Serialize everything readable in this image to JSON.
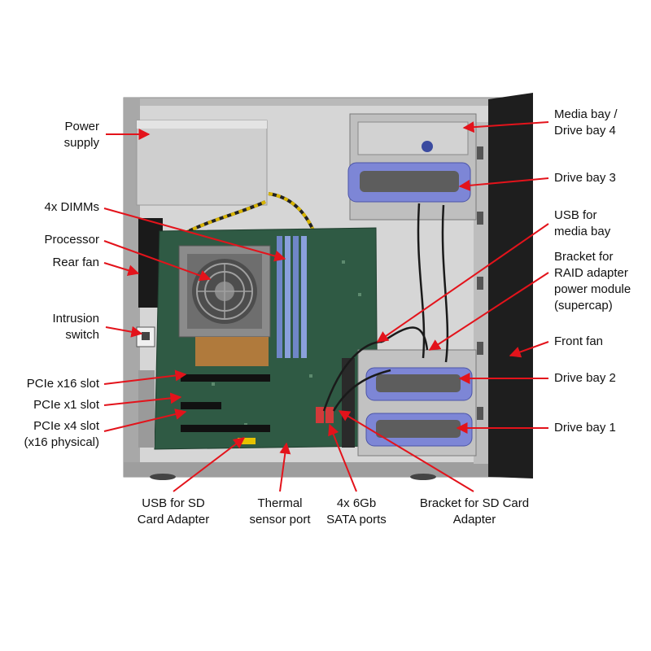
{
  "colors": {
    "arrow": "#e3131b",
    "chassis": "#c9c9c9",
    "front_panel": "#1e1e1e",
    "motherboard": "#2f5a44",
    "drive_caddy": "#7d86d6",
    "dimm": "#6f86c8"
  },
  "labels": {
    "power_supply": "Power\nsupply",
    "dimms": "4x DIMMs",
    "processor": "Processor",
    "rear_fan": "Rear fan",
    "intrusion_switch": "Intrusion\nswitch",
    "pcie_x16": "PCIe x16 slot",
    "pcie_x1": "PCIe x1 slot",
    "pcie_x4": "PCIe x4 slot\n(x16 physical)",
    "media_bay": "Media bay /\nDrive bay 4",
    "drive_bay_3": "Drive bay 3",
    "usb_media_bay": "USB for\nmedia bay",
    "bracket_raid": "Bracket for\nRAID adapter\npower module\n(supercap)",
    "front_fan": "Front fan",
    "drive_bay_2": "Drive bay 2",
    "drive_bay_1": "Drive bay 1",
    "usb_sd": "USB for SD\nCard Adapter",
    "thermal": "Thermal\nsensor port",
    "sata": "4x 6Gb\nSATA ports",
    "bracket_sd": "Bracket for SD Card\nAdapter"
  }
}
